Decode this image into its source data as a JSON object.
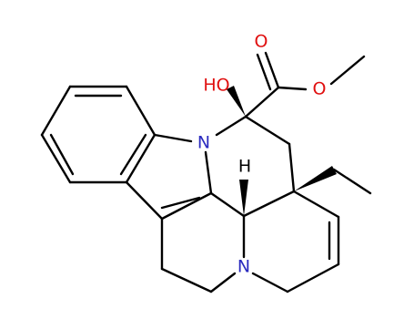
{
  "molecule": {
    "atoms": {
      "n_indole": {
        "label": "N",
        "color": "#2b2bbf"
      },
      "n_amine": {
        "label": "N",
        "color": "#2b2bbf"
      },
      "hydroxyl": {
        "label": "HO",
        "color": "#e01010"
      },
      "carbonyl_o": {
        "label": "O",
        "color": "#e01010"
      },
      "ester_o": {
        "label": "O",
        "color": "#e01010"
      },
      "stereo_h": {
        "label": "H",
        "color": "#000000"
      }
    }
  }
}
